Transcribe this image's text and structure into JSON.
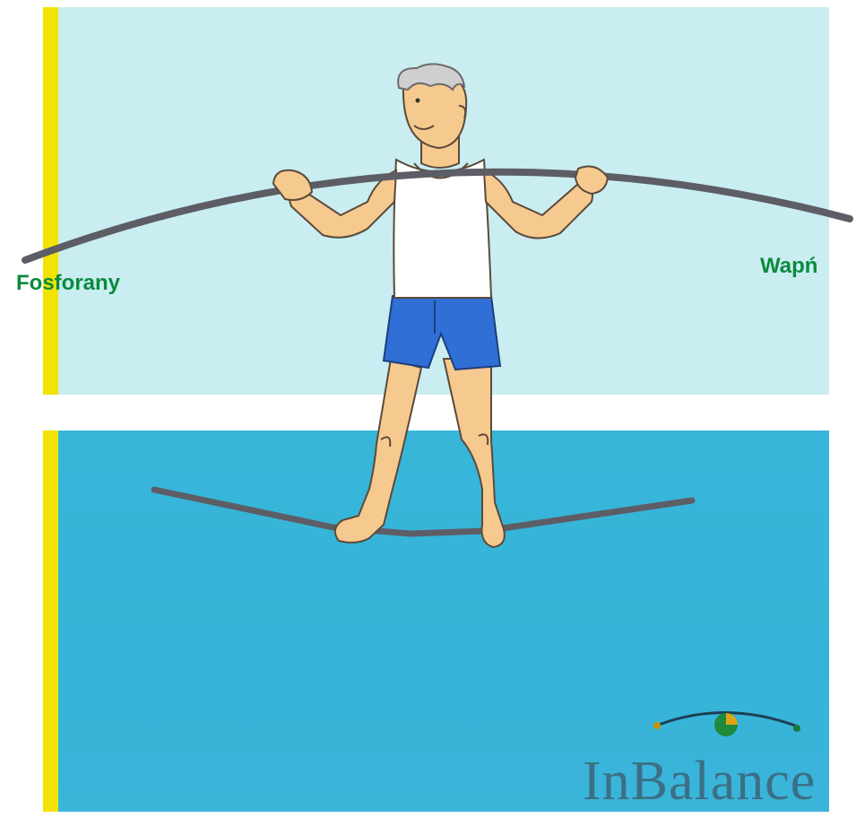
{
  "labels": {
    "left": "Fosforany",
    "right": "Wapń"
  },
  "logo": {
    "text": "InBalance"
  },
  "colors": {
    "top_panel": "#c9edf1",
    "bottom_panel": "#38b6da",
    "stripe": "#f3e300",
    "label_green": "#0a8a3c",
    "pole": "#5d5d66",
    "skin": "#f6c98f",
    "shorts": "#2f6fd6",
    "logo_text": "#3c6f86"
  }
}
